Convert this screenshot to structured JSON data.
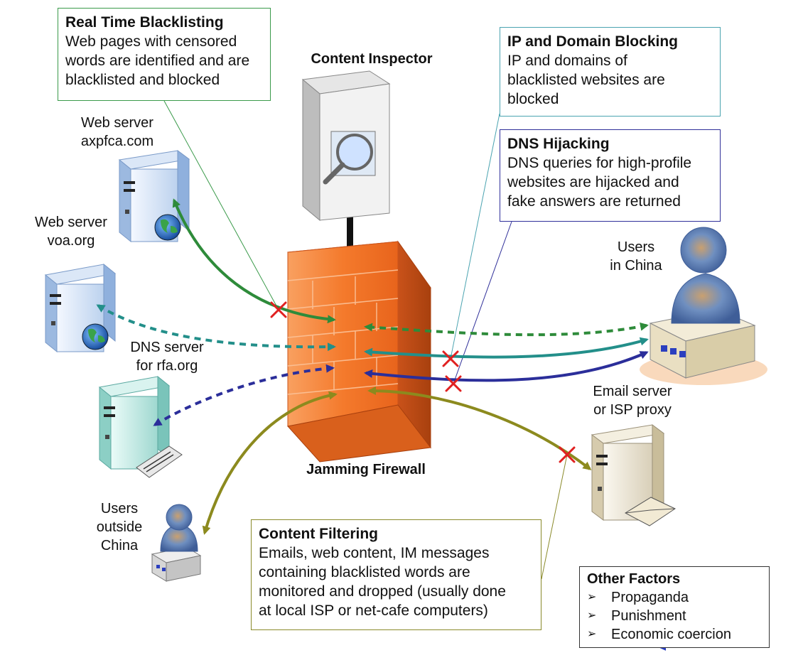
{
  "boxes": {
    "real_time_blacklisting": {
      "title": "Real Time Blacklisting",
      "text": "Web pages with censored\nwords are identified and are\nblacklisted and blocked"
    },
    "ip_domain_blocking": {
      "title": "IP and Domain Blocking",
      "text": "IP and domains of\nblacklisted websites are\nblocked"
    },
    "dns_hijacking": {
      "title": "DNS Hijacking",
      "text": "DNS queries for high-profile\nwebsites are hijacked and\nfake answers are returned"
    },
    "content_filtering": {
      "title": "Content Filtering",
      "text": "Emails, web content, IM messages\ncontaining blacklisted words are\nmonitored and dropped (usually done\nat local ISP or net-cafe computers)"
    },
    "other_factors": {
      "title": "Other Factors",
      "bullet": "➢",
      "items": [
        "Propaganda",
        "Punishment",
        "Economic coercion"
      ]
    }
  },
  "labels": {
    "content_inspector": "Content Inspector",
    "jamming_firewall": "Jamming Firewall",
    "web_server_axpfca": "Web server\naxpfca.com",
    "web_server_voa": "Web server\nvoa.org",
    "dns_server_rfa": "DNS server\nfor rfa.org",
    "users_in_china": "Users\nin China",
    "email_server": "Email server\nor ISP proxy",
    "users_outside_china": "Users\noutside\nChina"
  },
  "colors": {
    "green_flow": "#2e8b3a",
    "teal_flow": "#238f8a",
    "blue_flow": "#2b2e9a",
    "olive_flow": "#8c8a1e",
    "blocked_x": "#e02020",
    "firewall": "#f47a2c"
  }
}
